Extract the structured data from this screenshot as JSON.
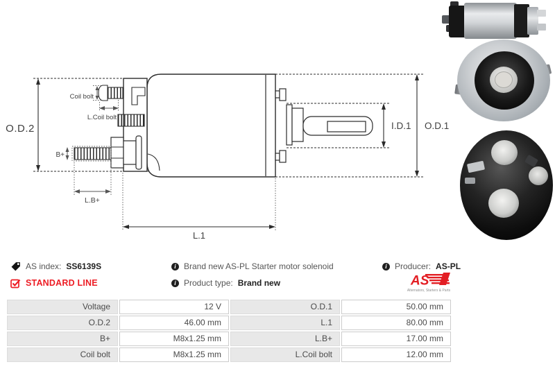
{
  "diagram": {
    "line_color": "#2b2b2b",
    "labels": {
      "od2": "O.D.2",
      "od1": "O.D.1",
      "id1": "I.D.1",
      "l1": "L.1",
      "coil_bolt": "Coil bolt",
      "l_coil_bolt": "L.Coil bolt",
      "b_plus": "B+",
      "l_b_plus": "L.B+"
    }
  },
  "photos": {
    "side_view": "solenoid-side-view",
    "front_view": "solenoid-front-flange-view",
    "rear_view": "solenoid-rear-terminals-view"
  },
  "info": {
    "as_index": {
      "label": "AS index:",
      "value": "SS6139S"
    },
    "standard_line": {
      "label": "STANDARD LINE",
      "color": "#ed1c24"
    },
    "description": "Brand new AS-PL Starter motor solenoid",
    "product_type": {
      "label": "Product type:",
      "value": "Brand new"
    },
    "producer": {
      "label": "Producer:",
      "value": "AS-PL"
    },
    "logo": {
      "text": "AS",
      "tagline": "Alternators, Starters & Parts",
      "color": "#e31e24"
    }
  },
  "spec_table": {
    "label_bg": "#e8e8e8",
    "text_color": "#4a4a4a",
    "rows": [
      {
        "label": "Voltage",
        "value": "12 V",
        "label2": "O.D.1",
        "value2": "50.00 mm"
      },
      {
        "label": "O.D.2",
        "value": "46.00 mm",
        "label2": "L.1",
        "value2": "80.00 mm"
      },
      {
        "label": "B+",
        "value": "M8x1.25 mm",
        "label2": "L.B+",
        "value2": "17.00 mm"
      },
      {
        "label": "Coil bolt",
        "value": "M8x1.25 mm",
        "label2": "L.Coil bolt",
        "value2": "12.00 mm"
      }
    ]
  }
}
